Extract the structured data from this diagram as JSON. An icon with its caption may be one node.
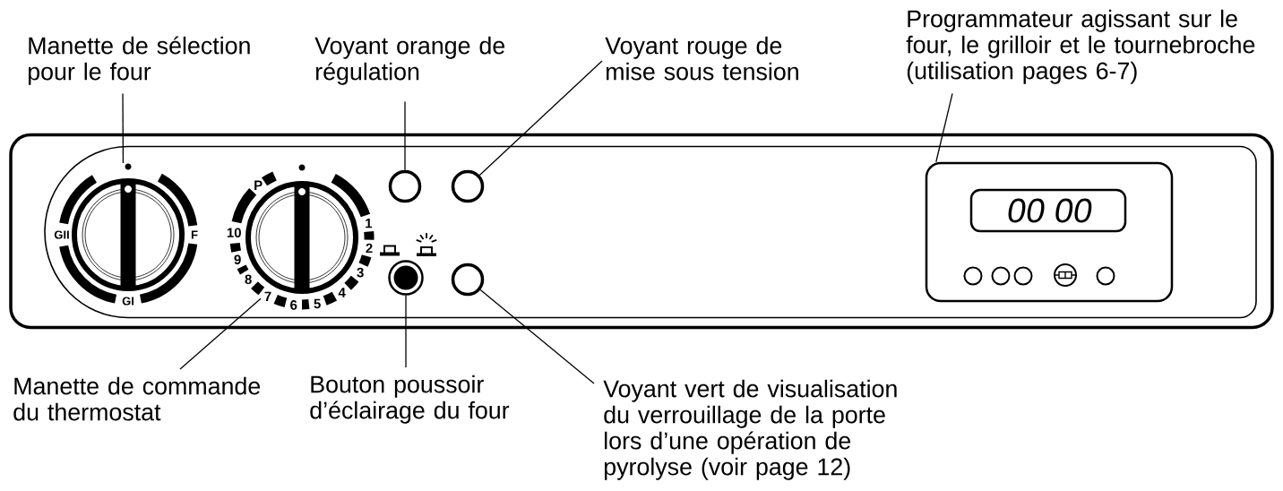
{
  "diagram": {
    "nodes": [
      {
        "text": [
          "Manette de sélection pour le four"
        ]
      },
      {
        "text": [
          "Voyant orange de régulation"
        ]
      },
      {
        "text": [
          "Voyant rouge de mise sous tension"
        ]
      },
      {
        "text": [
          "Programmateur agissant sur le four, le grilloir et le tournebroche (utilisation pages 6-7)"
        ]
      },
      {
        "text": [],
        "shape": "box"
      },
      {
        "text": [
          "GII",
          "F",
          "GI"
        ],
        "in": 4
      },
      {
        "text": [
          "P",
          "1",
          "2",
          "3",
          "4",
          "5",
          "6",
          "7",
          "8",
          "9",
          "10"
        ],
        "in": 4
      },
      {
        "text": [],
        "shape": "circle",
        "in": 4
      },
      {
        "text": [],
        "shape": "circle",
        "in": 4
      },
      {
        "text": [],
        "shape": "circle",
        "in": 4
      },
      {
        "text": [],
        "shape": "circle",
        "in": 4
      },
      {
        "text": [],
        "shape": "box",
        "in": 4
      },
      {
        "text": [
          "00 00"
        ],
        "in": 11
      },
      {
        "text": [
          "Manette de commande du thermostat"
        ]
      },
      {
        "text": [
          "Bouton poussoir d’éclairage du four"
        ]
      },
      {
        "text": [
          "Voyant vert de visualisation du verrouillage de la porte lors d’une opération de pyrolyse (voir page 12)"
        ]
      }
    ],
    "edges": [
      {
        "from": 0,
        "to": 5,
        "arrow": "none"
      },
      {
        "from": 1,
        "to": 7,
        "arrow": "none"
      },
      {
        "from": 2,
        "to": 8,
        "arrow": "none"
      },
      {
        "from": 3,
        "to": 11,
        "arrow": "none"
      },
      {
        "from": 13,
        "to": 6,
        "arrow": "none"
      },
      {
        "from": 14,
        "to": 9,
        "arrow": "none"
      },
      {
        "from": 15,
        "to": 10,
        "arrow": "none"
      }
    ]
  }
}
